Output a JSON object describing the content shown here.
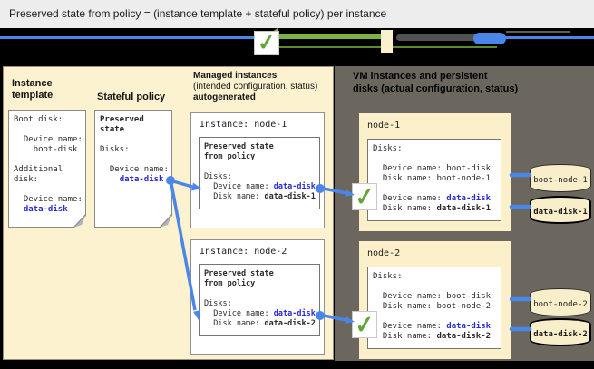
{
  "title_bar": {
    "text": "Preserved state from policy = (instance template + stateful policy) per instance"
  },
  "icons": {
    "check": "✓"
  },
  "colors": {
    "accent_blue": "#4a86e8",
    "value_blue": "#2a2ad4",
    "cream": "#fcf2d0",
    "panel_dark": "#6b675f",
    "arrow_green": "#7cb342",
    "strip_black": "#000000"
  },
  "left_panel": {
    "instance_template": {
      "label": "Instance template",
      "doc_text": "Boot disk:\n\n  Device name:\n    boot-disk\n\nAdditional\ndisk:\n\n  Device name:\n  ",
      "device_value": "data-disk"
    },
    "stateful_policy": {
      "label": "Stateful policy",
      "heading": "Preserved\nstate",
      "doc_text": "\n\nDisks:\n\n  Device name:\n    ",
      "device_value": "data-disk"
    },
    "managed_instances": {
      "header_line1": "Managed instances",
      "header_line2": "(intended configuration, status)",
      "header_line3": "autogenerated",
      "instances": [
        {
          "title": "Instance: node-1",
          "preserved_heading": "Preserved state\nfrom policy",
          "disks_label": "\n\nDisks:\n  Device name: ",
          "device_value": "data-disk",
          "disk_name_label": "\n  Disk name: ",
          "disk_name_value": "data-disk-1"
        },
        {
          "title": "Instance: node-2",
          "preserved_heading": "Preserved state\nfrom policy",
          "disks_label": "\n\nDisks:\n  Device name: ",
          "device_value": "data-disk",
          "disk_name_label": "\n  Disk name: ",
          "disk_name_value": "data-disk-2"
        }
      ]
    }
  },
  "right_panel": {
    "header_line1": "VM instances and persistent",
    "header_line2": "disks (actual configuration, status)",
    "nodes": [
      {
        "name": "node-1",
        "disks_text": "Disks:\n\n  Device name: boot-disk\n  Disk name: boot-node-1\n\n  Device name: ",
        "device_value": "data-disk",
        "disk_name_label": "\n  Disk name: ",
        "disk_name_value": "data-disk-1",
        "boot_disk_label": "boot-node-1",
        "data_disk_label": "data-disk-1"
      },
      {
        "name": "node-2",
        "disks_text": "Disks:\n\n  Device name: boot-disk\n  Disk name: boot-node-2\n\n  Device name: ",
        "device_value": "data-disk",
        "disk_name_label": "\n  Disk name: ",
        "disk_name_value": "data-disk-2",
        "boot_disk_label": "boot-node-2",
        "data_disk_label": "data-disk-2"
      }
    ]
  }
}
